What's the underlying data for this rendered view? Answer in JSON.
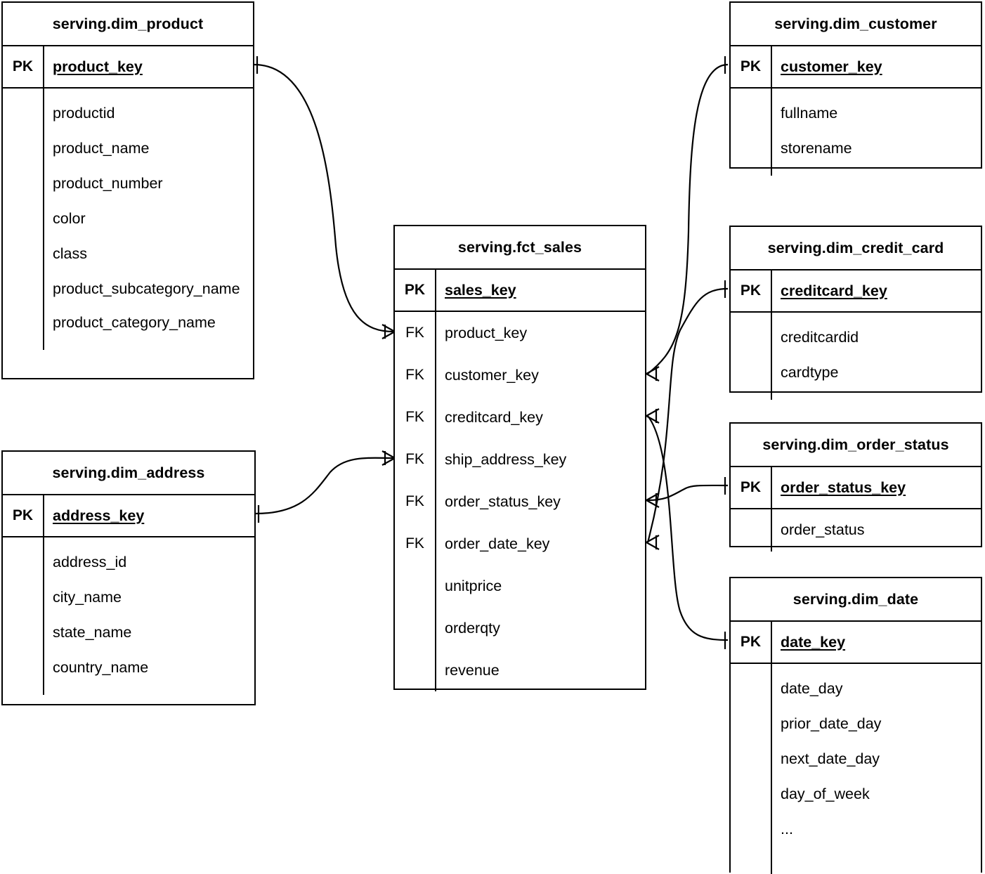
{
  "diagram": {
    "type": "entity-relationship-diagram",
    "notation": "crow's foot",
    "background_color": "#ffffff",
    "line_color": "#000000",
    "key_labels": {
      "pk": "PK",
      "fk": "FK"
    }
  },
  "entities": {
    "dim_product": {
      "title": "serving.dim_product",
      "pk": {
        "key_label": "PK",
        "name": "product_key"
      },
      "attributes": [
        "productid",
        "product_name",
        "product_number",
        "color",
        "class",
        "product_subcategory_name",
        "product_category_name"
      ]
    },
    "dim_address": {
      "title": "serving.dim_address",
      "pk": {
        "key_label": "PK",
        "name": "address_key"
      },
      "attributes": [
        "address_id",
        "city_name",
        "state_name",
        "country_name"
      ]
    },
    "fct_sales": {
      "title": "serving.fct_sales",
      "pk": {
        "key_label": "PK",
        "name": "sales_key"
      },
      "foreign_keys": [
        {
          "key_label": "FK",
          "name": "product_key"
        },
        {
          "key_label": "FK",
          "name": "customer_key"
        },
        {
          "key_label": "FK",
          "name": "creditcard_key"
        },
        {
          "key_label": "FK",
          "name": "ship_address_key"
        },
        {
          "key_label": "FK",
          "name": "order_status_key"
        },
        {
          "key_label": "FK",
          "name": "order_date_key"
        }
      ],
      "measures": [
        "unitprice",
        "orderqty",
        "revenue"
      ]
    },
    "dim_customer": {
      "title": "serving.dim_customer",
      "pk": {
        "key_label": "PK",
        "name": "customer_key"
      },
      "attributes": [
        "fullname",
        "storename"
      ]
    },
    "dim_credit_card": {
      "title": "serving.dim_credit_card",
      "pk": {
        "key_label": "PK",
        "name": "creditcard_key"
      },
      "attributes": [
        "creditcardid",
        "cardtype"
      ]
    },
    "dim_order_status": {
      "title": "serving.dim_order_status",
      "pk": {
        "key_label": "PK",
        "name": "order_status_key"
      },
      "attributes": [
        "order_status"
      ]
    },
    "dim_date": {
      "title": "serving.dim_date",
      "pk": {
        "key_label": "PK",
        "name": "date_key"
      },
      "attributes": [
        "date_day",
        "prior_date_day",
        "next_date_day",
        "day_of_week",
        "..."
      ]
    }
  },
  "relationships": [
    {
      "from": "serving.dim_product.product_key",
      "to": "serving.fct_sales.product_key",
      "from_cardinality": "one",
      "to_cardinality": "many"
    },
    {
      "from": "serving.dim_address.address_key",
      "to": "serving.fct_sales.ship_address_key",
      "from_cardinality": "one",
      "to_cardinality": "many"
    },
    {
      "from": "serving.dim_customer.customer_key",
      "to": "serving.fct_sales.customer_key",
      "from_cardinality": "one",
      "to_cardinality": "many"
    },
    {
      "from": "serving.dim_credit_card.creditcard_key",
      "to": "serving.fct_sales.creditcard_key",
      "from_cardinality": "one",
      "to_cardinality": "many"
    },
    {
      "from": "serving.dim_order_status.order_status_key",
      "to": "serving.fct_sales.order_status_key",
      "from_cardinality": "one",
      "to_cardinality": "many"
    },
    {
      "from": "serving.dim_date.date_key",
      "to": "serving.fct_sales.order_date_key",
      "from_cardinality": "one",
      "to_cardinality": "many"
    }
  ]
}
